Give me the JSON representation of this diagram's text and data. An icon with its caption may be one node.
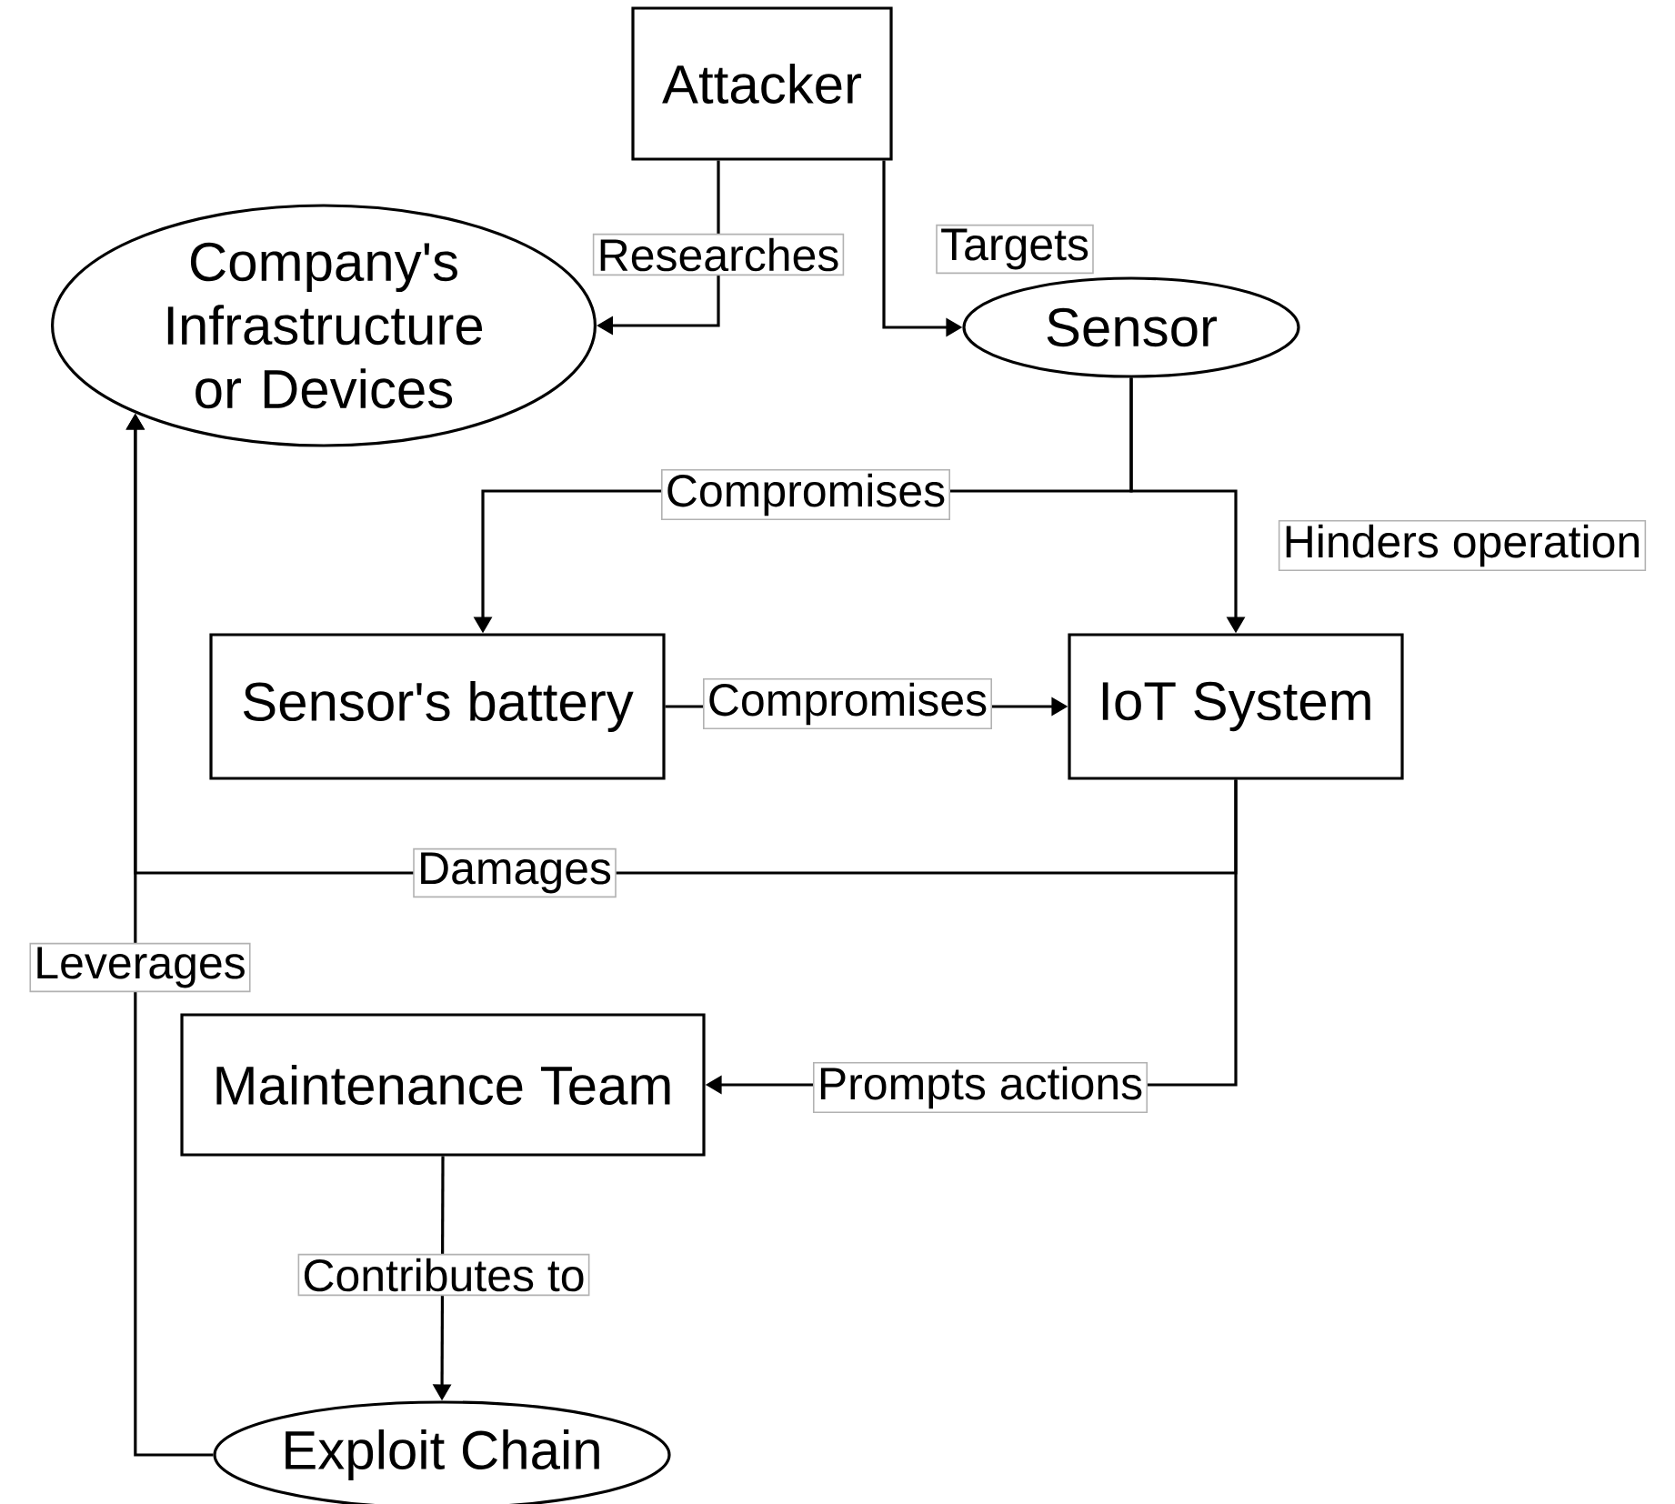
{
  "diagram": {
    "nodes": [
      {
        "text": [
          "Attacker"
        ]
      },
      {
        "text": [
          "Company's Infrastructure or Devices"
        ]
      },
      {
        "text": [
          "Sensor"
        ]
      },
      {
        "text": [
          "Sensor's battery"
        ]
      },
      {
        "text": [
          "IoT System"
        ]
      },
      {
        "text": [
          "Maintenance Team"
        ]
      },
      {
        "text": [
          "Exploit Chain"
        ]
      }
    ],
    "edges": [
      {
        "from": 0,
        "to": 1,
        "arrow": "to",
        "label": "Researches"
      },
      {
        "from": 0,
        "to": 2,
        "arrow": "to",
        "label": "Targets"
      },
      {
        "from": 2,
        "to": 3,
        "arrow": "to",
        "label": "Compromises"
      },
      {
        "from": 2,
        "to": 4,
        "arrow": "to",
        "label": "Hinders operation"
      },
      {
        "from": 3,
        "to": 4,
        "arrow": "to",
        "label": "Compromises"
      },
      {
        "from": 4,
        "to": 1,
        "arrow": "to",
        "label": "Damages"
      },
      {
        "from": 4,
        "to": 5,
        "arrow": "to",
        "label": "Prompts actions"
      },
      {
        "from": 5,
        "to": 6,
        "arrow": "to",
        "label": "Contributes to"
      },
      {
        "from": 6,
        "to": 1,
        "arrow": "to",
        "label": "Leverages"
      }
    ]
  }
}
